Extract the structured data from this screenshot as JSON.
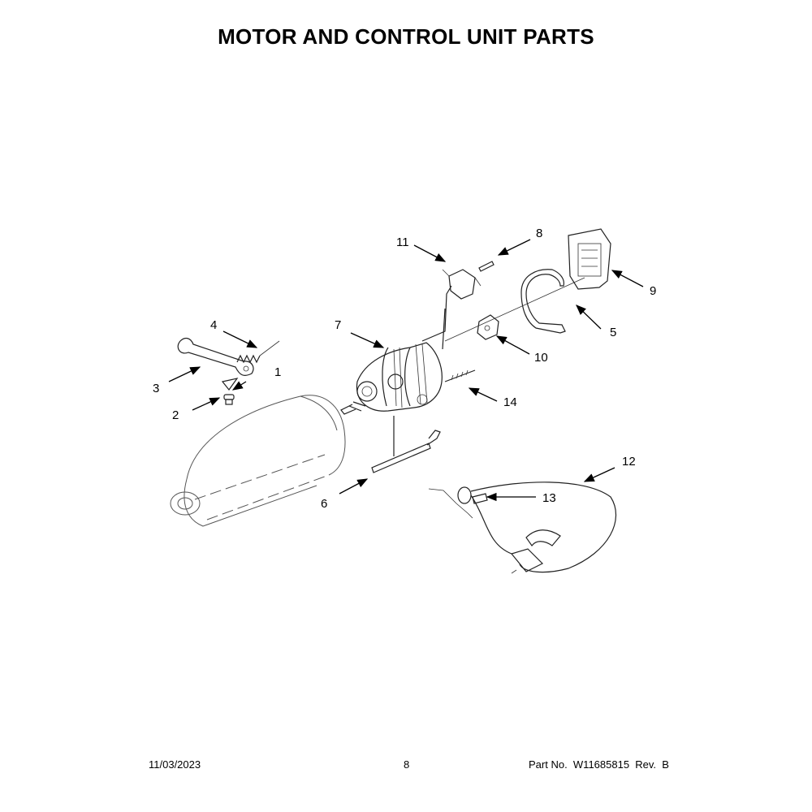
{
  "header": {
    "title": "MOTOR AND CONTROL UNIT PARTS"
  },
  "callouts": {
    "c1": "1",
    "c2": "2",
    "c3": "3",
    "c4": "4",
    "c5": "5",
    "c6": "6",
    "c7": "7",
    "c8": "8",
    "c9": "9",
    "c10": "10",
    "c11": "11",
    "c12": "12",
    "c13": "13",
    "c14": "14"
  },
  "footer": {
    "date": "11/03/2023",
    "page": "8",
    "part": "Part No.  W11685815  Rev.  B"
  }
}
